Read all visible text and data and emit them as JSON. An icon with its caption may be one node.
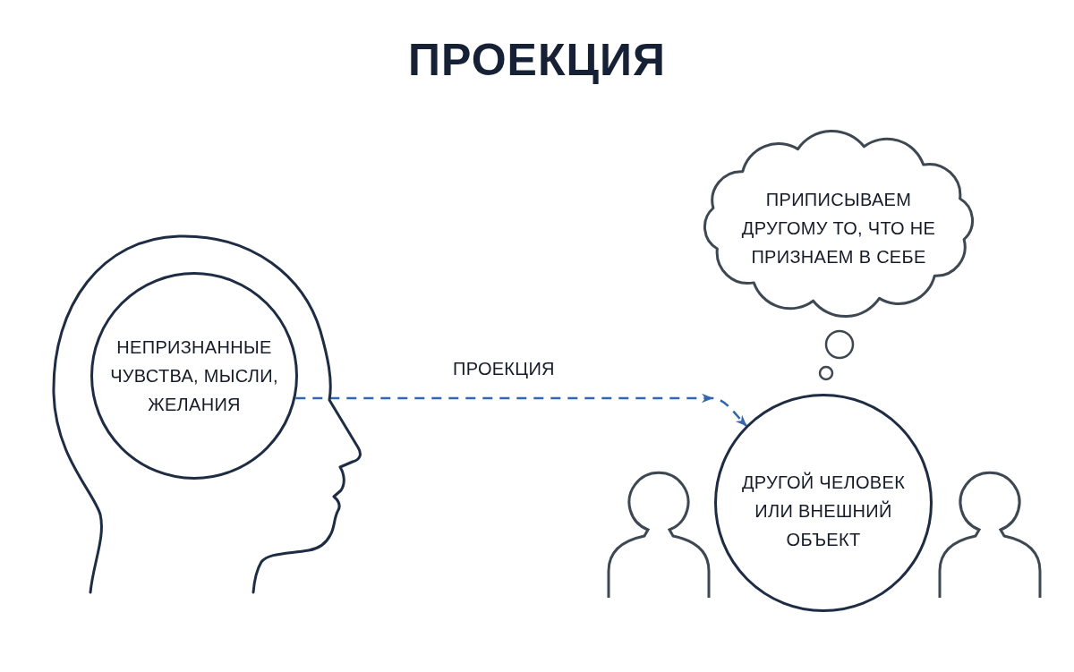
{
  "diagram": {
    "title": "ПРОЕКЦИЯ",
    "nodes": [
      {
        "text": [],
        "shape": "head"
      },
      {
        "text": [
          "НЕПРИЗНАННЫЕ ЧУВСТВА, МЫСЛИ, ЖЕЛАНИЯ"
        ],
        "in": 0
      },
      {
        "text": [
          "ПРИПИСЫВАЕМ ДРУГОМУ ТО, ЧТО НЕ ПРИЗНАЕМ В СЕБЕ"
        ]
      },
      {
        "text": [
          "ДРУГОЙ ЧЕЛОВЕК ИЛИ ВНЕШНИЙ ОБЪЕКТ"
        ]
      }
    ],
    "edges": [
      {
        "from": 1,
        "to": 3,
        "arrow": "to",
        "label": "ПРОЕКЦИЯ",
        "style": "dashed",
        "color": "#3567ad"
      }
    ]
  }
}
